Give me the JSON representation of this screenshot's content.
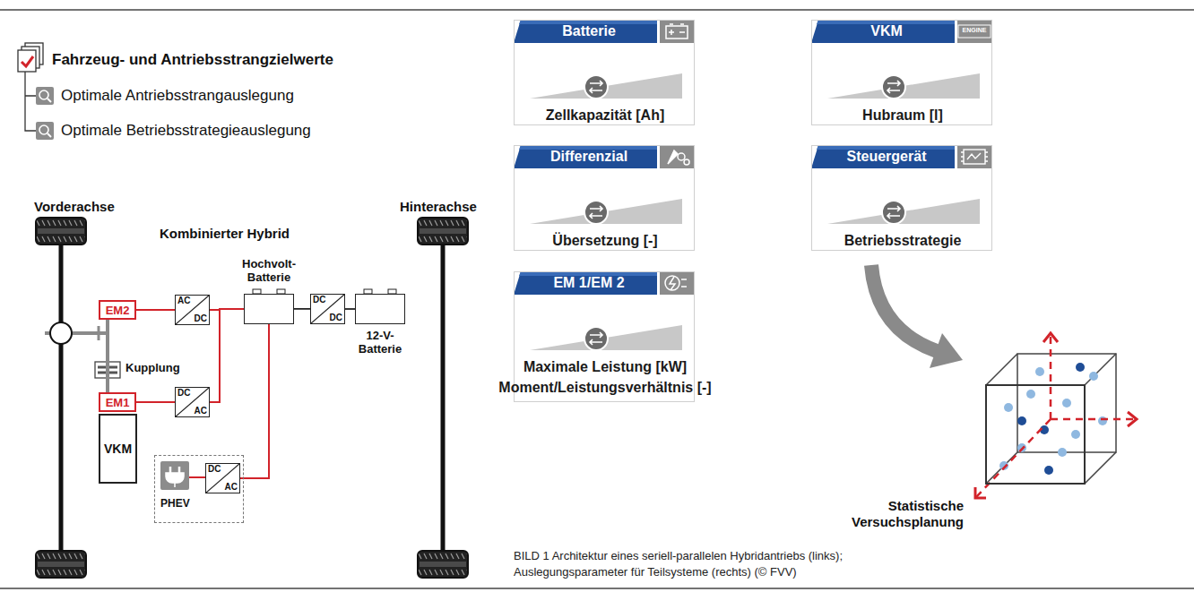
{
  "diagram": {
    "caption": "BILD 1 Architektur eines seriell-parallelen Hybridantriebs (links); Auslegungsparameter für Teilsysteme (rechts) (© FVV)",
    "nodes": [
      {
        "text": [
          "EM2"
        ]
      },
      {
        "text": [
          "EM1"
        ]
      },
      {
        "text": [
          "VKM"
        ]
      },
      {
        "text": [
          "AC",
          "DC"
        ]
      },
      {
        "text": [
          "DC",
          "AC"
        ]
      },
      {
        "text": [
          "Hochvolt- Batterie"
        ]
      },
      {
        "text": [
          "DC",
          "DC"
        ]
      },
      {
        "text": [
          "12-V- Batterie"
        ]
      },
      {
        "text": [
          "PHEV"
        ]
      },
      {
        "text": [
          "DC",
          "AC"
        ],
        "in": 8
      },
      {
        "text": [
          "Batterie",
          "Zellkapazität [Ah]"
        ]
      },
      {
        "text": [
          "VKM",
          "Hubraum [l]"
        ]
      },
      {
        "text": [
          "Differenzial",
          "Übersetzung [-]"
        ]
      },
      {
        "text": [
          "Steuergerät",
          "Betriebsstrategie"
        ]
      },
      {
        "text": [
          "EM 1/EM 2",
          "Maximale Leistung [kW]",
          "Moment/Leistungsverhältnis [-]"
        ]
      }
    ],
    "edges": [
      {
        "from": 0,
        "to": 3,
        "arrow": "none"
      },
      {
        "from": 1,
        "to": 4,
        "arrow": "none"
      },
      {
        "from": 3,
        "to": 5,
        "arrow": "none"
      },
      {
        "from": 4,
        "to": 5,
        "arrow": "none"
      },
      {
        "from": 5,
        "to": 6,
        "arrow": "none"
      },
      {
        "from": 6,
        "to": 7,
        "arrow": "none"
      },
      {
        "from": 5,
        "to": 9,
        "arrow": "none"
      },
      {
        "from": 1,
        "to": 0,
        "arrow": "none"
      }
    ],
    "labels": [
      "Fahrzeug- und Antriebsstrangzielwerte",
      "Optimale Antriebsstrangauslegung",
      "Optimale Betriebsstrategieauslegung",
      "Vorderachse",
      "Hinterachse",
      "Kombinierter Hybrid",
      "Kupplung",
      "ENGINE",
      "Statistische Versuchsplanung"
    ]
  }
}
